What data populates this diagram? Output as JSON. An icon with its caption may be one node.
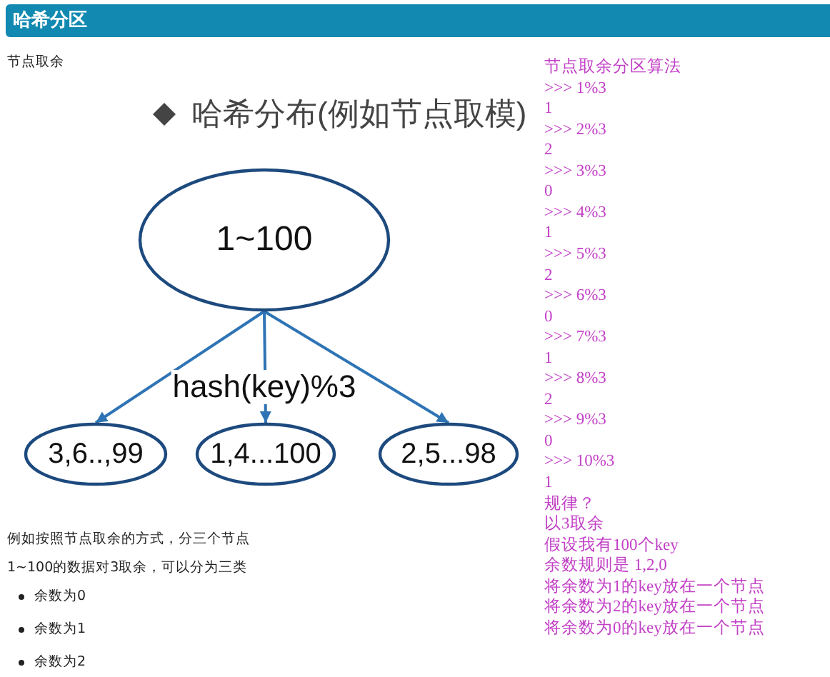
{
  "diagram": {
    "title": "哈希分区",
    "nodes": [
      {
        "text": [
          "1~100"
        ]
      },
      {
        "text": [
          "3,6..,99"
        ]
      },
      {
        "text": [
          "1,4...100"
        ]
      },
      {
        "text": [
          "2,5...98"
        ]
      }
    ],
    "edges": [
      {
        "from": 0,
        "to": 1,
        "arrow": "to"
      },
      {
        "from": 0,
        "to": 2,
        "arrow": "to",
        "label": "hash(key)%3"
      },
      {
        "from": 0,
        "to": 3,
        "arrow": "to"
      }
    ],
    "labels": [
      "节点取余",
      "哈希分布(例如节点取模)",
      "例如按照节点取余的方式，分三个节点",
      "1~100的数据对3取余，可以分为三类",
      "余数为0",
      "余数为1",
      "余数为2",
      "节点取余分区算法",
      ">>> 1%3",
      "1",
      ">>> 2%3",
      "2",
      ">>> 3%3",
      "0",
      ">>> 4%3",
      "1",
      ">>> 5%3",
      "2",
      ">>> 6%3",
      "0",
      ">>> 7%3",
      "1",
      ">>> 8%3",
      "2",
      ">>> 9%3",
      "0",
      ">>> 10%3",
      "1",
      "规律？",
      "以3取余",
      "假设我有100个key",
      "余数规则是 1,2,0",
      "将余数为1的key放在一个节点",
      "将余数为2的key放在一个节点",
      "将余数为0的key放在一个节点"
    ]
  }
}
